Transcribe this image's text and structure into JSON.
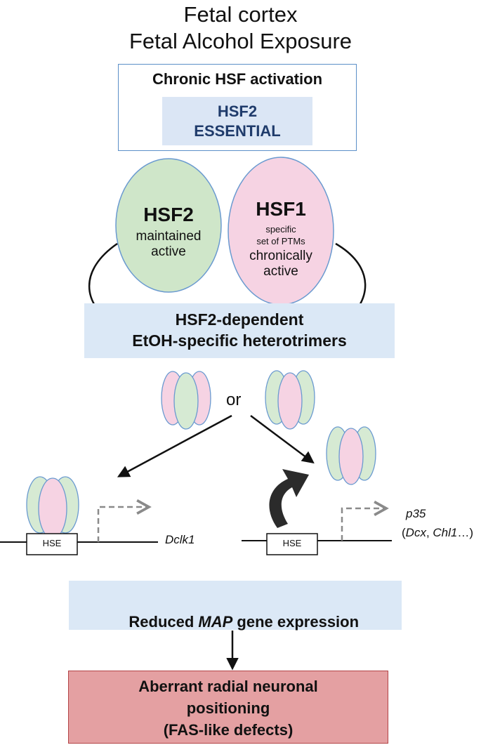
{
  "title": {
    "line1": "Fetal cortex",
    "line2": "Fetal Alcohol Exposure"
  },
  "chronic": {
    "label": "Chronic HSF activation",
    "essential_line1": "HSF2",
    "essential_line2": "ESSENTIAL"
  },
  "hsf2_oval": {
    "name": "HSF2",
    "line1": "maintained",
    "line2": "active",
    "color": "#cfe6c9"
  },
  "hsf1_oval": {
    "name": "HSF1",
    "line1": "specific",
    "line2": "set of  PTMs",
    "line3": "chronically",
    "line4": "active",
    "color": "#f6d3e3"
  },
  "heterotrimers": {
    "line1": "HSF2-dependent",
    "line2": "EtOH-specific heterotrimers"
  },
  "or_label": "or",
  "left_gene": {
    "hse": "HSE",
    "gene": "Dclk1"
  },
  "right_gene": {
    "hse": "HSE",
    "gene": "p35",
    "others_open": "(",
    "dcx": "Dcx",
    "comma": ", ",
    "chl1": "Chl1",
    "others_close": "…)"
  },
  "reduced": {
    "pre": "Reduced ",
    "map": "MAP",
    "post": " gene expression"
  },
  "aberrant": {
    "line1": "Aberrant radial neuronal",
    "line2": "positioning",
    "line3": "(FAS-like defects)"
  },
  "colors": {
    "green_subunit": "#d6ead3",
    "pink_subunit": "#f6d3e3",
    "subunit_stroke": "#6a9ad0",
    "blue_box": "#dbe8f6",
    "red_box": "#e4a0a2"
  }
}
